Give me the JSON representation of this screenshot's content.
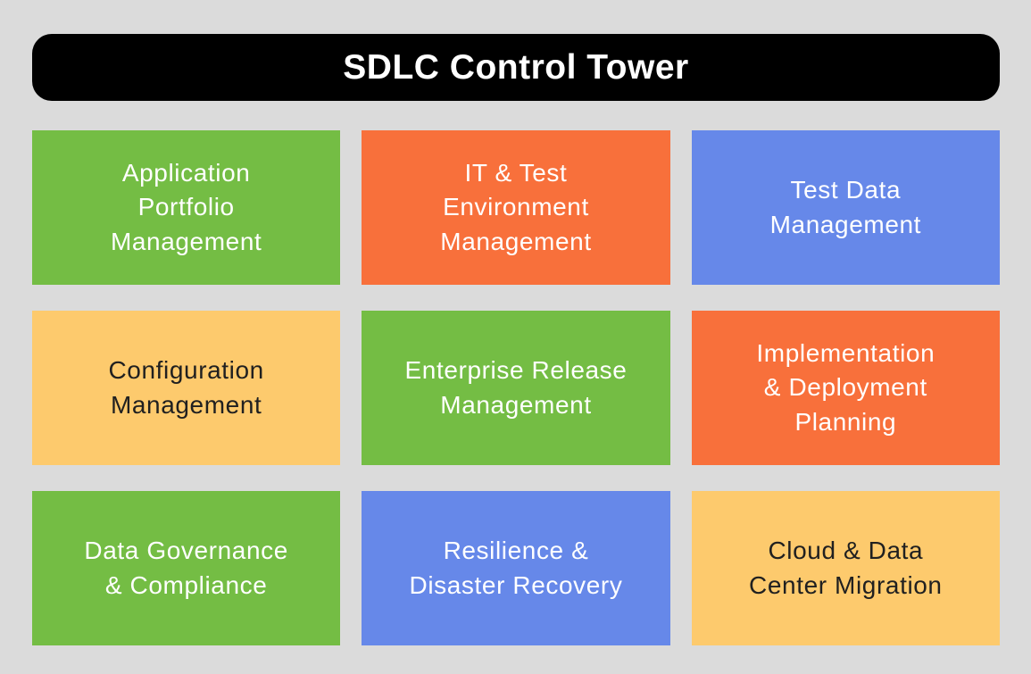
{
  "page": {
    "background": "#DBDBDB"
  },
  "title": {
    "label": "SDLC Control Tower",
    "background": "#000000",
    "text_color": "#FFFFFF"
  },
  "palette": {
    "green": "#74BD44",
    "orange": "#F8703B",
    "blue": "#6688E9",
    "yellow": "#FDCA6D",
    "light_text": "#FFFFFF",
    "dark_text": "#202020"
  },
  "grid": {
    "tiles": [
      {
        "label": "Application\nPortfolio\nManagement",
        "bg": "#74BD44",
        "fg": "#FFFFFF"
      },
      {
        "label": "IT & Test\nEnvironment\nManagement",
        "bg": "#F8703B",
        "fg": "#FFFFFF"
      },
      {
        "label": "Test Data\nManagement",
        "bg": "#6688E9",
        "fg": "#FFFFFF"
      },
      {
        "label": "Configuration\nManagement",
        "bg": "#FDCA6D",
        "fg": "#202020"
      },
      {
        "label": "Enterprise Release\nManagement",
        "bg": "#74BD44",
        "fg": "#FFFFFF"
      },
      {
        "label": "Implementation\n& Deployment\nPlanning",
        "bg": "#F8703B",
        "fg": "#FFFFFF"
      },
      {
        "label": "Data Governance\n& Compliance",
        "bg": "#74BD44",
        "fg": "#FFFFFF"
      },
      {
        "label": "Resilience &\nDisaster Recovery",
        "bg": "#6688E9",
        "fg": "#FFFFFF"
      },
      {
        "label": "Cloud & Data\nCenter Migration",
        "bg": "#FDCA6D",
        "fg": "#202020"
      }
    ]
  }
}
